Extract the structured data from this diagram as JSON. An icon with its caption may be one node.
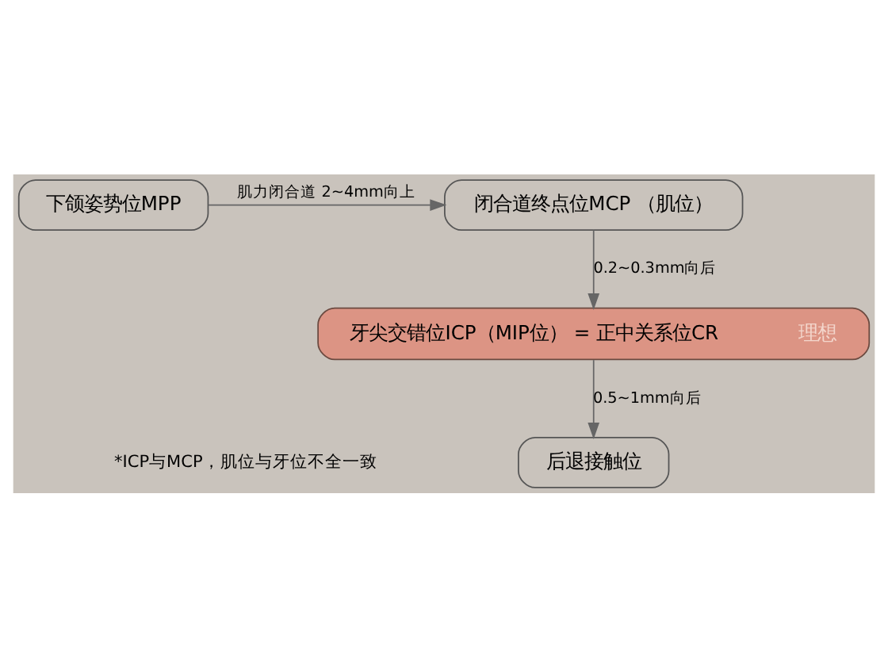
{
  "diagram": {
    "nodes": [
      {
        "text": [
          "下颌姿势位MPP"
        ]
      },
      {
        "text": [
          "闭合道终点位MCP （肌位）"
        ]
      },
      {
        "text": [
          "牙尖交错位ICP（MIP位） = 正中关系位CR",
          "理想"
        ]
      },
      {
        "text": [
          "后退接触位"
        ]
      }
    ],
    "edges": [
      {
        "from": 0,
        "to": 1,
        "arrow": "to",
        "label": "肌力闭合道 2~4mm向上"
      },
      {
        "from": 1,
        "to": 2,
        "arrow": "to",
        "label": "0.2~0.3mm向后"
      },
      {
        "from": 2,
        "to": 3,
        "arrow": "to",
        "label": "0.5~1mm向后"
      }
    ],
    "labels": [
      "*ICP与MCP，肌位与牙位不全一致"
    ]
  }
}
